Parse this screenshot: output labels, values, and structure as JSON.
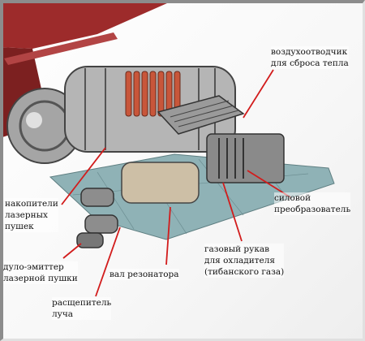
{
  "labels": {
    "heat_vent": "воздухоотводчик\nдля сброса тепла",
    "laser_capacitors": "накопители\nлазерных\nпушек",
    "power_converter": "силовой\nпреобразователь",
    "gas_hose": "газовый рукав\nдля охладителя\n(тибанского газа)",
    "resonator_shaft": "вал резонатора",
    "muzzle_emitter": "дуло-эмиттер\nлазерной пушки",
    "beam_splitter": "расщепитель\nлуча"
  },
  "colors": {
    "leader_line": "#d21c1c",
    "hull_red": "#9d2b2b",
    "base_plate": "#8fb2b6",
    "metal": "#a9a9a9",
    "coil_orange": "#c8563a"
  }
}
